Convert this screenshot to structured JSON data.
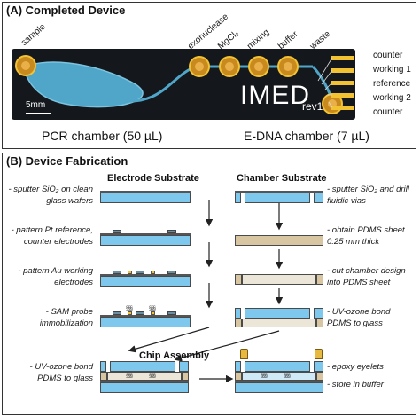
{
  "panel_a": {
    "title": "(A) Completed Device",
    "port_labels": [
      "sample",
      "exonuclease",
      "MgCl₂",
      "mixing",
      "buffer",
      "waste"
    ],
    "right_labels": [
      "counter",
      "working 1",
      "reference",
      "working 2",
      "counter"
    ],
    "scale_bar": "5mm",
    "logo_main": "IMED",
    "logo_sub": "rev1",
    "caption_left": "PCR chamber (50 µL)",
    "caption_right": "E-DNA chamber (7 µL)"
  },
  "panel_b": {
    "title": "(B) Device Fabrication",
    "electrode_header": "Electrode Substrate",
    "chamber_header": "Chamber Substrate",
    "assembly_header": "Chip Assembly",
    "left_steps": [
      "- sputter SiO₂ on clean glass wafers",
      "- pattern Pt reference, counter electrodes",
      "- pattern  Au working electrodes",
      "- SAM probe immobilization"
    ],
    "right_steps": [
      "- sputter SiO₂ and drill fluidic vias",
      "- obtain PDMS sheet 0.25 mm thick",
      "- cut chamber design into PDMS sheet",
      "- UV-ozone bond PDMS to glass"
    ],
    "assembly_left": "- UV-ozone bond PDMS to glass",
    "assembly_right": [
      "- epoxy eyelets",
      "- store in buffer"
    ],
    "sam_glyph": "§§§"
  },
  "colors": {
    "glass": "#7ec8ee",
    "pdms": "#d8c6a3",
    "gold": "#f3c233",
    "device_bg": "#14171c",
    "channel": "#4fa6c9"
  }
}
